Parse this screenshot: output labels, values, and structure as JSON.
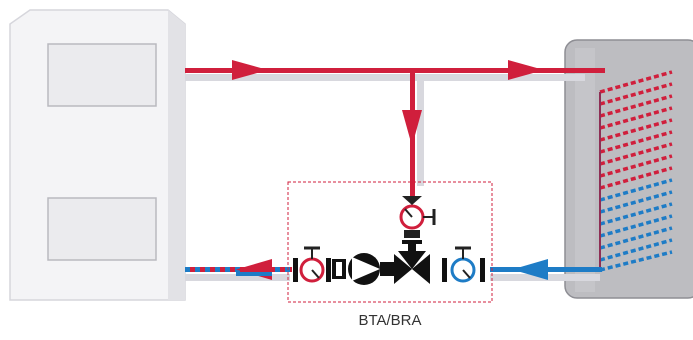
{
  "module_label": "BTA/BRA",
  "colors": {
    "hot": "#d01f3c",
    "cold": "#1e7cc6",
    "shadow": "#d8d8de",
    "boiler_front": "#f4f4f6",
    "boiler_side": "#e2e2e6",
    "tank": "#bdbdc1",
    "module_border": "#d01f3c"
  },
  "components": {
    "boiler": "boiler",
    "storage_tank": "storage-tank",
    "coil": "heat-exchanger-coil",
    "pump": "circulation-pump-icon",
    "mixing_valve": "three-way-mixing-valve-icon",
    "thermometer_valves": [
      "supply-thermometer-valve-icon",
      "return-thermometer-valve-left-icon",
      "return-thermometer-valve-right-icon"
    ]
  }
}
